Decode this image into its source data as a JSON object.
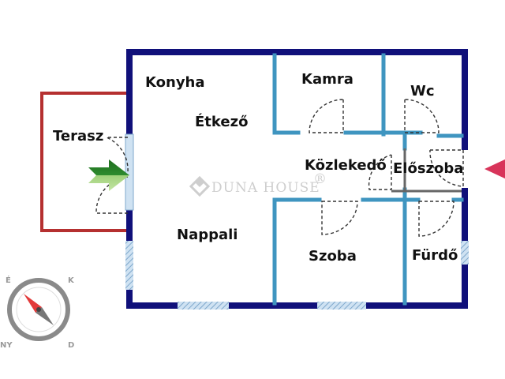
{
  "floorplan": {
    "rooms": {
      "konyha": "Konyha",
      "kamra": "Kamra",
      "wc": "Wc",
      "etkezo": "Étkező",
      "terasz": "Terasz",
      "kozlekedo": "Közlekedő",
      "eloszoba": "Előszoba",
      "nappali": "Nappali",
      "szoba": "Szoba",
      "furdo": "Fürdő"
    }
  },
  "watermark": {
    "brand": "DUNA HOUSE",
    "mark": "®"
  },
  "compass": {
    "north": "É",
    "east": "K",
    "south": "D",
    "west": "NY"
  },
  "colors": {
    "outer_wall": "#10107a",
    "inner_wall": "#3f95c0",
    "terrace_outline": "#b53030",
    "window": "#a9c9e4",
    "entrance_arrow": "#d8345a",
    "terrace_arrow": "#2e8b2e"
  }
}
